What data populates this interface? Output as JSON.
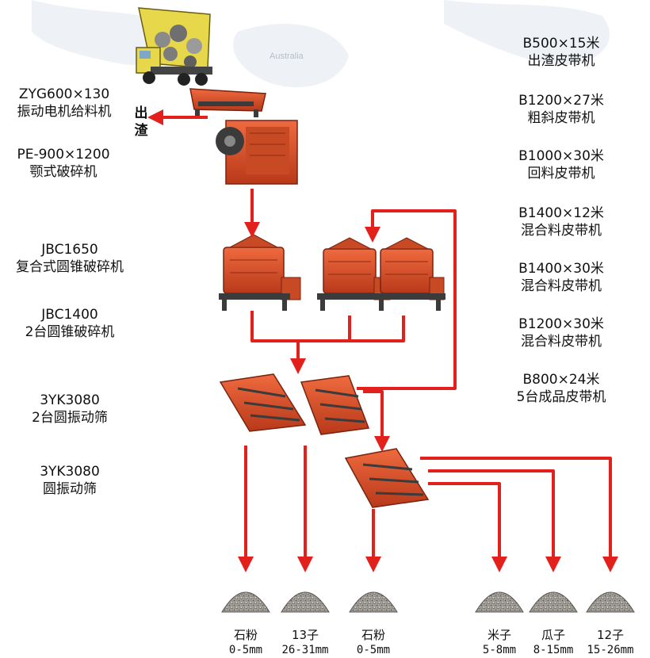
{
  "map_label": "Australia",
  "colors": {
    "arrow": "#e2211c",
    "machine": "#d8542c",
    "machine_dark": "#8c2a12",
    "frame": "#3b3b3b"
  },
  "machines": [
    {
      "model": "ZYG600×130",
      "name": "振动电机给料机"
    },
    {
      "model": "PE-900×1200",
      "name": "颚式破碎机"
    },
    {
      "model": "JBC1650",
      "name": "复合式圆锥破碎机"
    },
    {
      "model": "JBC1400",
      "name": "2台圆锥破碎机"
    },
    {
      "model": "3YK3080",
      "name": "2台圆振动筛"
    },
    {
      "model": "3YK3080",
      "name": "圆振动筛"
    }
  ],
  "waste_label": {
    "line1": "出",
    "line2": "渣"
  },
  "belts": [
    {
      "model": "B500×15米",
      "name": "出渣皮带机"
    },
    {
      "model": "B1200×27米",
      "name": "粗斜皮带机"
    },
    {
      "model": "B1000×30米",
      "name": "回料皮带机"
    },
    {
      "model": "B1400×12米",
      "name": "混合料皮带机"
    },
    {
      "model": "B1400×30米",
      "name": "混合料皮带机"
    },
    {
      "model": "B1200×30米",
      "name": "混合料皮带机"
    },
    {
      "model": "B800×24米",
      "name": "5台成品皮带机"
    }
  ],
  "products": [
    {
      "name": "石粉",
      "size": "0-5mm"
    },
    {
      "name": "13子",
      "size": "26-31mm"
    },
    {
      "name": "石粉",
      "size": "0-5mm"
    },
    {
      "name": "米子",
      "size": "5-8mm"
    },
    {
      "name": "瓜子",
      "size": "8-15mm"
    },
    {
      "name": "12子",
      "size": "15-26mm"
    }
  ]
}
